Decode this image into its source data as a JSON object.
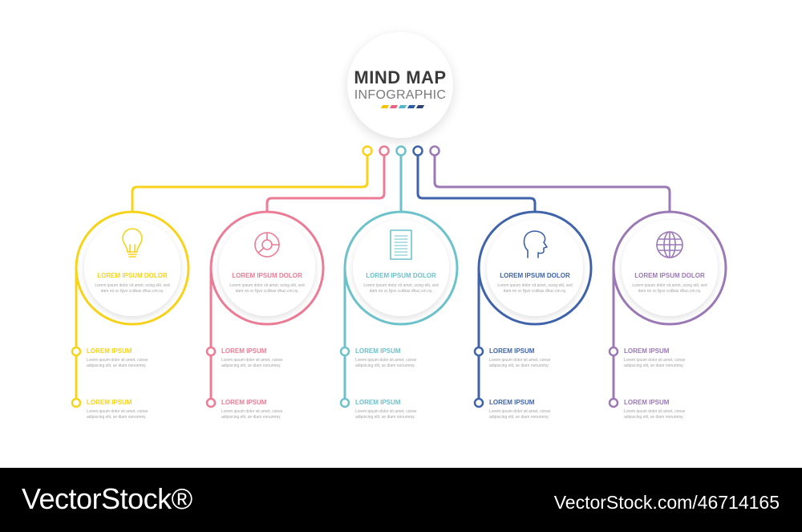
{
  "title": {
    "line1": "MIND MAP",
    "line2": "INFOGRAPHIC",
    "stripe_colors": [
      "#f5c400",
      "#e8637f",
      "#52b8c7",
      "#2b5caa",
      "#2f4370"
    ]
  },
  "nodes": [
    {
      "color": "#f7d31a",
      "icon": "lightbulb-icon",
      "label": "LOREM IPSUM DOLOR",
      "text": "Lorem ipsum dolor sit amet, scing elit, sed dam no vc fgvx ccdbas dhuc.cm.ny.",
      "branches": [
        {
          "label": "LOREM IPSUM",
          "text": "Lorem ipsum dolor sit amet, conse adipiscing elit, se diam nonummy."
        },
        {
          "label": "LOREM IPSUM",
          "text": "Lorem ipsum dolor sit amet, conse adipiscing elit, se diam nonummy."
        }
      ]
    },
    {
      "color": "#ec7b95",
      "icon": "pie-chart-icon",
      "label": "LOREM IPSUM DOLOR",
      "text": "Lorem ipsum dolor sit amet, scing elit, sed dam no vc fgvx ccdbas dhuc.cm.ny.",
      "branches": [
        {
          "label": "LOREM IPSUM",
          "text": "Lorem ipsum dolor sit amet, conse adipiscing elit, se diam nonummy."
        },
        {
          "label": "LOREM IPSUM",
          "text": "Lorem ipsum dolor sit amet, conse adipiscing elit, se diam nonummy."
        }
      ]
    },
    {
      "color": "#6cc2cb",
      "icon": "document-icon",
      "label": "LOREM IPSUM DOLOR",
      "text": "Lorem ipsum dolor sit amet, scing elit, sed dam no vc fgvx ccdbas dhuc.cm.ny.",
      "branches": [
        {
          "label": "LOREM IPSUM",
          "text": "Lorem ipsum dolor sit amet, conse adipiscing elit, se diam nonummy."
        },
        {
          "label": "LOREM IPSUM",
          "text": "Lorem ipsum dolor sit amet, conse adipiscing elit, se diam nonummy."
        }
      ]
    },
    {
      "color": "#3e63ab",
      "icon": "head-profile-icon",
      "label": "LOREM IPSUM DOLOR",
      "text": "Lorem ipsum dolor sit amet, scing elit, sed dam no vc fgvx ccdbas dhuc.cm.ny.",
      "branches": [
        {
          "label": "LOREM IPSUM",
          "text": "Lorem ipsum dolor sit amet, conse adipiscing elit, se diam nonummy."
        },
        {
          "label": "LOREM IPSUM",
          "text": "Lorem ipsum dolor sit amet, conse adipiscing elit, se diam nonummy."
        }
      ]
    },
    {
      "color": "#9b78b6",
      "icon": "globe-icon",
      "label": "LOREM IPSUM DOLOR",
      "text": "Lorem ipsum dolor sit amet, scing elit, sed dam no vc fgvx ccdbas dhuc.cm.ny.",
      "branches": [
        {
          "label": "LOREM IPSUM",
          "text": "Lorem ipsum dolor sit amet, conse adipiscing elit, se diam nonummy."
        },
        {
          "label": "LOREM IPSUM",
          "text": "Lorem ipsum dolor sit amet, conse adipiscing elit, se diam nonummy."
        }
      ]
    }
  ],
  "footer": {
    "brand": "VectorStock®",
    "stock_id": "VectorStock.com/46714165"
  }
}
